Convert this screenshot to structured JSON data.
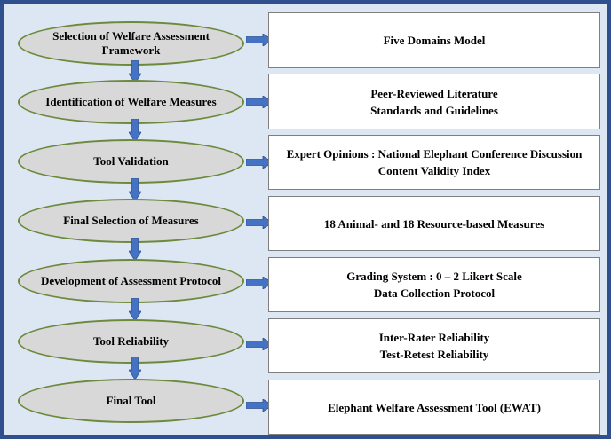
{
  "flowchart": {
    "colors": {
      "frame": "#2f4f8f",
      "background": "#dde6f3",
      "ellipse_fill": "#d8d8d8",
      "ellipse_border": "#6c8a3c",
      "arrow": "#4472c4"
    },
    "steps": [
      {
        "label": "Selection of Welfare Assessment\nFramework",
        "detail": "Five Domains Model"
      },
      {
        "label": "Identification of Welfare Measures",
        "detail": "Peer-Reviewed Literature\nStandards and Guidelines"
      },
      {
        "label": "Tool Validation",
        "detail": "Expert Opinions : National Elephant Conference Discussion\nContent Validity Index"
      },
      {
        "label": "Final Selection of Measures",
        "detail": "18 Animal- and 18 Resource-based Measures"
      },
      {
        "label": "Development of Assessment Protocol",
        "detail": "Grading System : 0 – 2 Likert Scale\nData Collection Protocol"
      },
      {
        "label": "Tool Reliability",
        "detail": "Inter-Rater Reliability\nTest-Retest Reliability"
      },
      {
        "label": "Final Tool",
        "detail": "Elephant Welfare Assessment Tool (EWAT)"
      }
    ]
  }
}
